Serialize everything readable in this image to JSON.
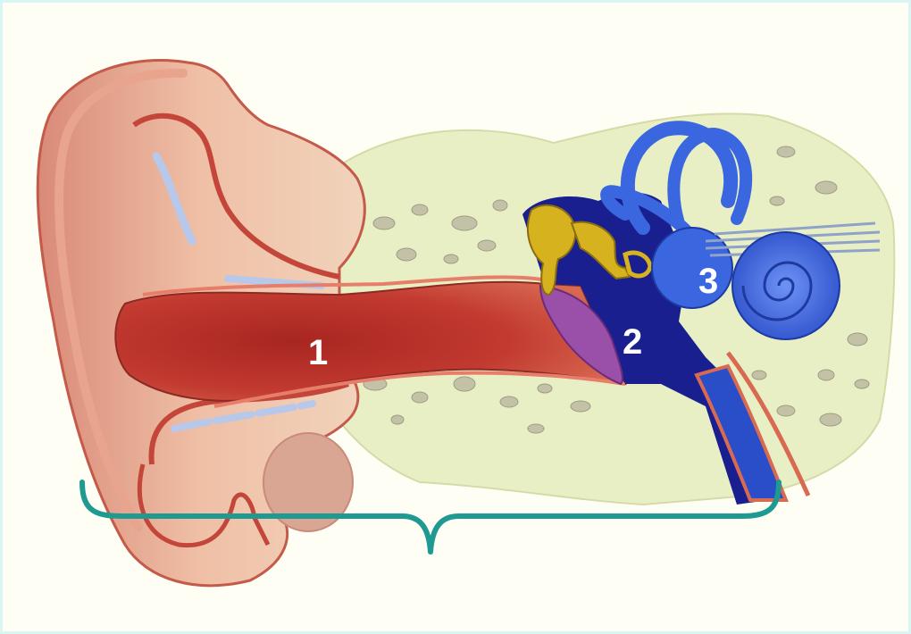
{
  "labels": {
    "outer": "1",
    "middle": "2",
    "inner": "3"
  },
  "colors": {
    "background": "#fffef4",
    "border": "#d9f6f4",
    "skin": "#e7b49b",
    "skin_shadow": "#c9786a",
    "canal": "#b8362e",
    "bone": "#e7eec0",
    "middle_ear_cavity": "#1a1f8f",
    "inner_ear": "#3a66e0",
    "ossicles": "#d6b21f",
    "eardrum": "#9a4fa8",
    "brace": "#1e9a92"
  }
}
